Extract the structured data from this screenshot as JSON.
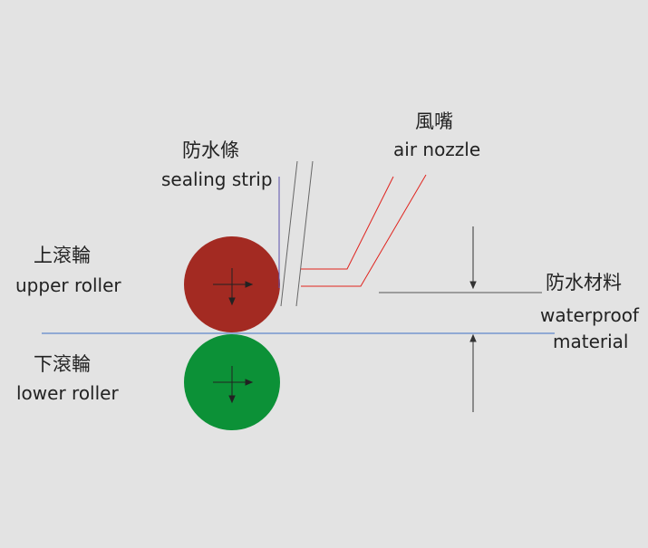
{
  "labels": {
    "air_nozzle": {
      "zh": "風嘴",
      "en": "air nozzle"
    },
    "sealing_strip": {
      "zh": "防水條",
      "en": "sealing strip"
    },
    "upper_roller": {
      "zh": "上滾輪",
      "en": "upper roller"
    },
    "lower_roller": {
      "zh": "下滾輪",
      "en": "lower roller"
    },
    "waterproof_material": {
      "zh": "防水材料",
      "en_line1": "waterproof",
      "en_line2": "material"
    }
  },
  "colors": {
    "background": "#e3e3e3",
    "upper_roller": "#a32a22",
    "lower_roller": "#0c9137",
    "air_nozzle_lines": "#e0241e",
    "sealing_strip_line": "#5a4fae",
    "material_line": "#3d6fc4",
    "guide_lines": "#555555"
  }
}
